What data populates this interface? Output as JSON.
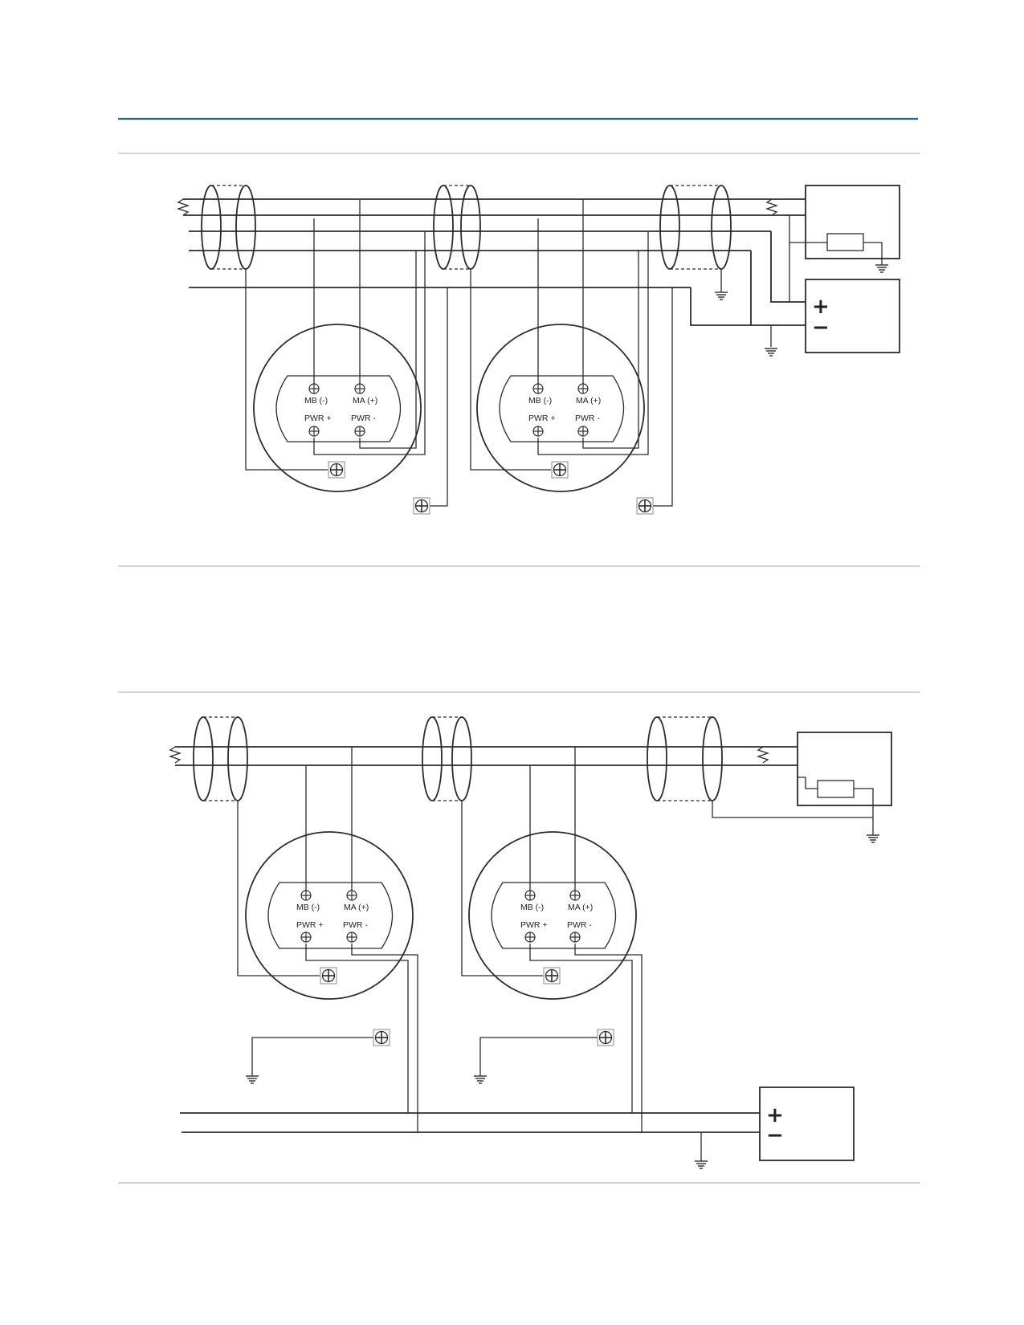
{
  "header": {
    "rule_color": "#2f5f99"
  },
  "diagram_top": {
    "detectors": [
      {
        "mb_label": "MB (-)",
        "ma_label": "MA (+)",
        "pwr_pos_label": "PWR +",
        "pwr_neg_label": "PWR -"
      },
      {
        "mb_label": "MB (-)",
        "ma_label": "MA (+)",
        "pwr_pos_label": "PWR +",
        "pwr_neg_label": "PWR -"
      }
    ],
    "power_supply": {
      "plus_symbol": "+",
      "minus_symbol": "−"
    }
  },
  "diagram_bottom": {
    "detectors": [
      {
        "mb_label": "MB (-)",
        "ma_label": "MA (+)",
        "pwr_pos_label": "PWR +",
        "pwr_neg_label": "PWR -"
      },
      {
        "mb_label": "MB (-)",
        "ma_label": "MA (+)",
        "pwr_pos_label": "PWR +",
        "pwr_neg_label": "PWR -"
      }
    ],
    "power_supply": {
      "plus_symbol": "+",
      "minus_symbol": "−"
    }
  }
}
